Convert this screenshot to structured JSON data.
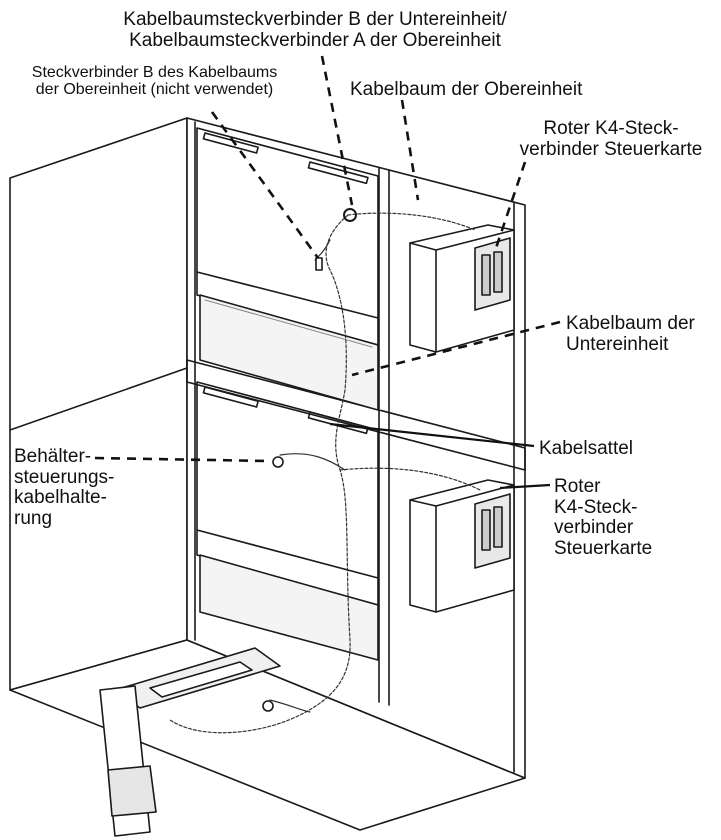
{
  "labels": {
    "connector_b_lower_a_upper": {
      "line1": "Kabelbaumsteckverbinder B der Untereinheit/",
      "line2": "Kabelbaumsteckverbinder A der Obereinheit"
    },
    "connector_b_upper_unused": {
      "line1": "Steckverbinder B des Kabelbaums",
      "line2": "der Obereinheit (nicht verwendet)"
    },
    "upper_harness": "Kabelbaum der Obereinheit",
    "red_k4_upper": {
      "line1": "Roter K4-Steck-",
      "line2": "verbinder Steuerkarte"
    },
    "lower_harness": {
      "line1": "Kabelbaum der",
      "line2": "Untereinheit"
    },
    "cable_saddle": "Kabelsattel",
    "bin_control_bracket": {
      "line1": "Behälter-",
      "line2": "steuerungs-",
      "line3": "kabelhalte-",
      "line4": "rung"
    },
    "red_k4_lower": {
      "line1": "Roter",
      "line2": "K4-Steck-",
      "line3": "verbinder",
      "line4": "Steuerkarte"
    }
  }
}
